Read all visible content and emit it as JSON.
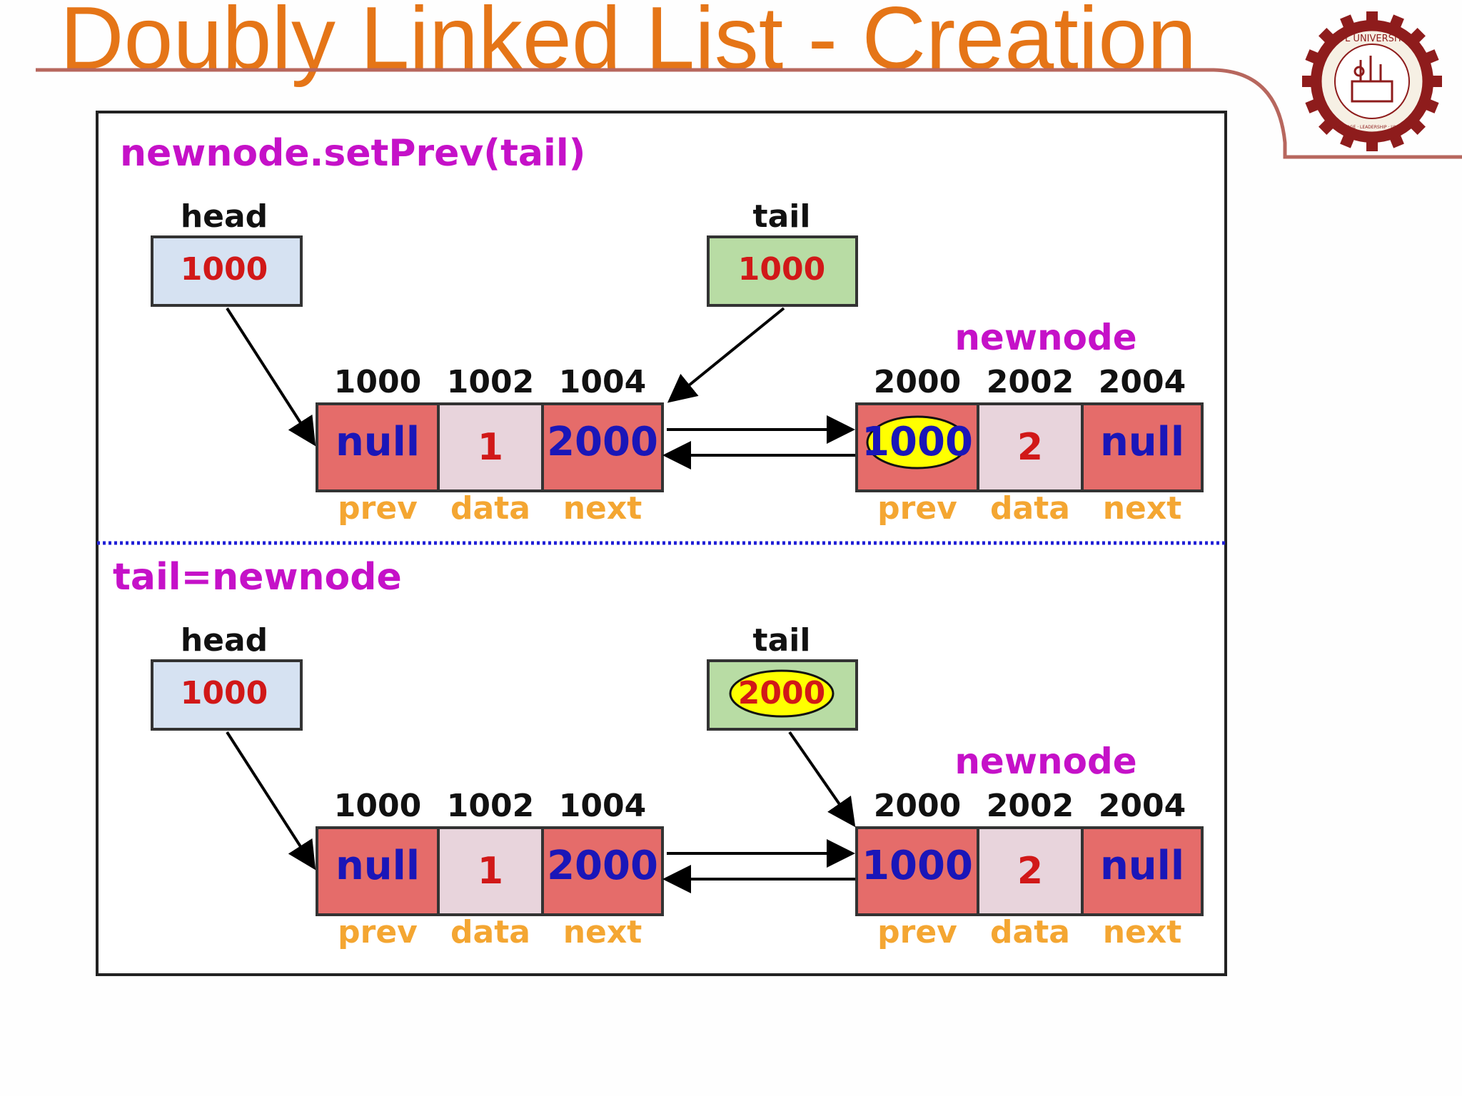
{
  "slide": {
    "title": "Doubly Linked List - Creation"
  },
  "colors": {
    "title": "#e57517",
    "section_label": "#c511c8",
    "field_label": "#f4a632",
    "head_box": "#d6e2f2",
    "tail_box": "#b8dca4",
    "ptr_cell": "#e56c6a",
    "data_cell": "#e8d4dc",
    "address": "#111111",
    "null_text": "#1a16b8",
    "data_text": "#d11818",
    "highlight": "#ffff00",
    "separator": "#1f1fd6",
    "accent_curve": "#b7675e"
  },
  "logo": {
    "text": "K L UNIVERSITY",
    "ring_text": "KNOWLEDGE · LEADERSHIP · UNIVERSITY"
  },
  "panels": [
    {
      "label": "newnode.setPrev(tail)",
      "head": {
        "label": "head",
        "value": "1000"
      },
      "tail": {
        "label": "tail",
        "value": "1000",
        "highlighted": false
      },
      "newnode_label": "newnode",
      "nodes": [
        {
          "addresses": [
            "1000",
            "1002",
            "1004"
          ],
          "cells": [
            "null",
            "1",
            "2000"
          ],
          "fields": [
            "prev",
            "data",
            "next"
          ],
          "highlight_cell": null
        },
        {
          "addresses": [
            "2000",
            "2002",
            "2004"
          ],
          "cells": [
            "1000",
            "2",
            "null"
          ],
          "fields": [
            "prev",
            "data",
            "next"
          ],
          "highlight_cell": 0
        }
      ],
      "tail_points_to": 0
    },
    {
      "label": "tail=newnode",
      "head": {
        "label": "head",
        "value": "1000"
      },
      "tail": {
        "label": "tail",
        "value": "2000",
        "highlighted": true
      },
      "newnode_label": "newnode",
      "nodes": [
        {
          "addresses": [
            "1000",
            "1002",
            "1004"
          ],
          "cells": [
            "null",
            "1",
            "2000"
          ],
          "fields": [
            "prev",
            "data",
            "next"
          ],
          "highlight_cell": null
        },
        {
          "addresses": [
            "2000",
            "2002",
            "2004"
          ],
          "cells": [
            "1000",
            "2",
            "null"
          ],
          "fields": [
            "prev",
            "data",
            "next"
          ],
          "highlight_cell": null
        }
      ],
      "tail_points_to": 1
    }
  ]
}
